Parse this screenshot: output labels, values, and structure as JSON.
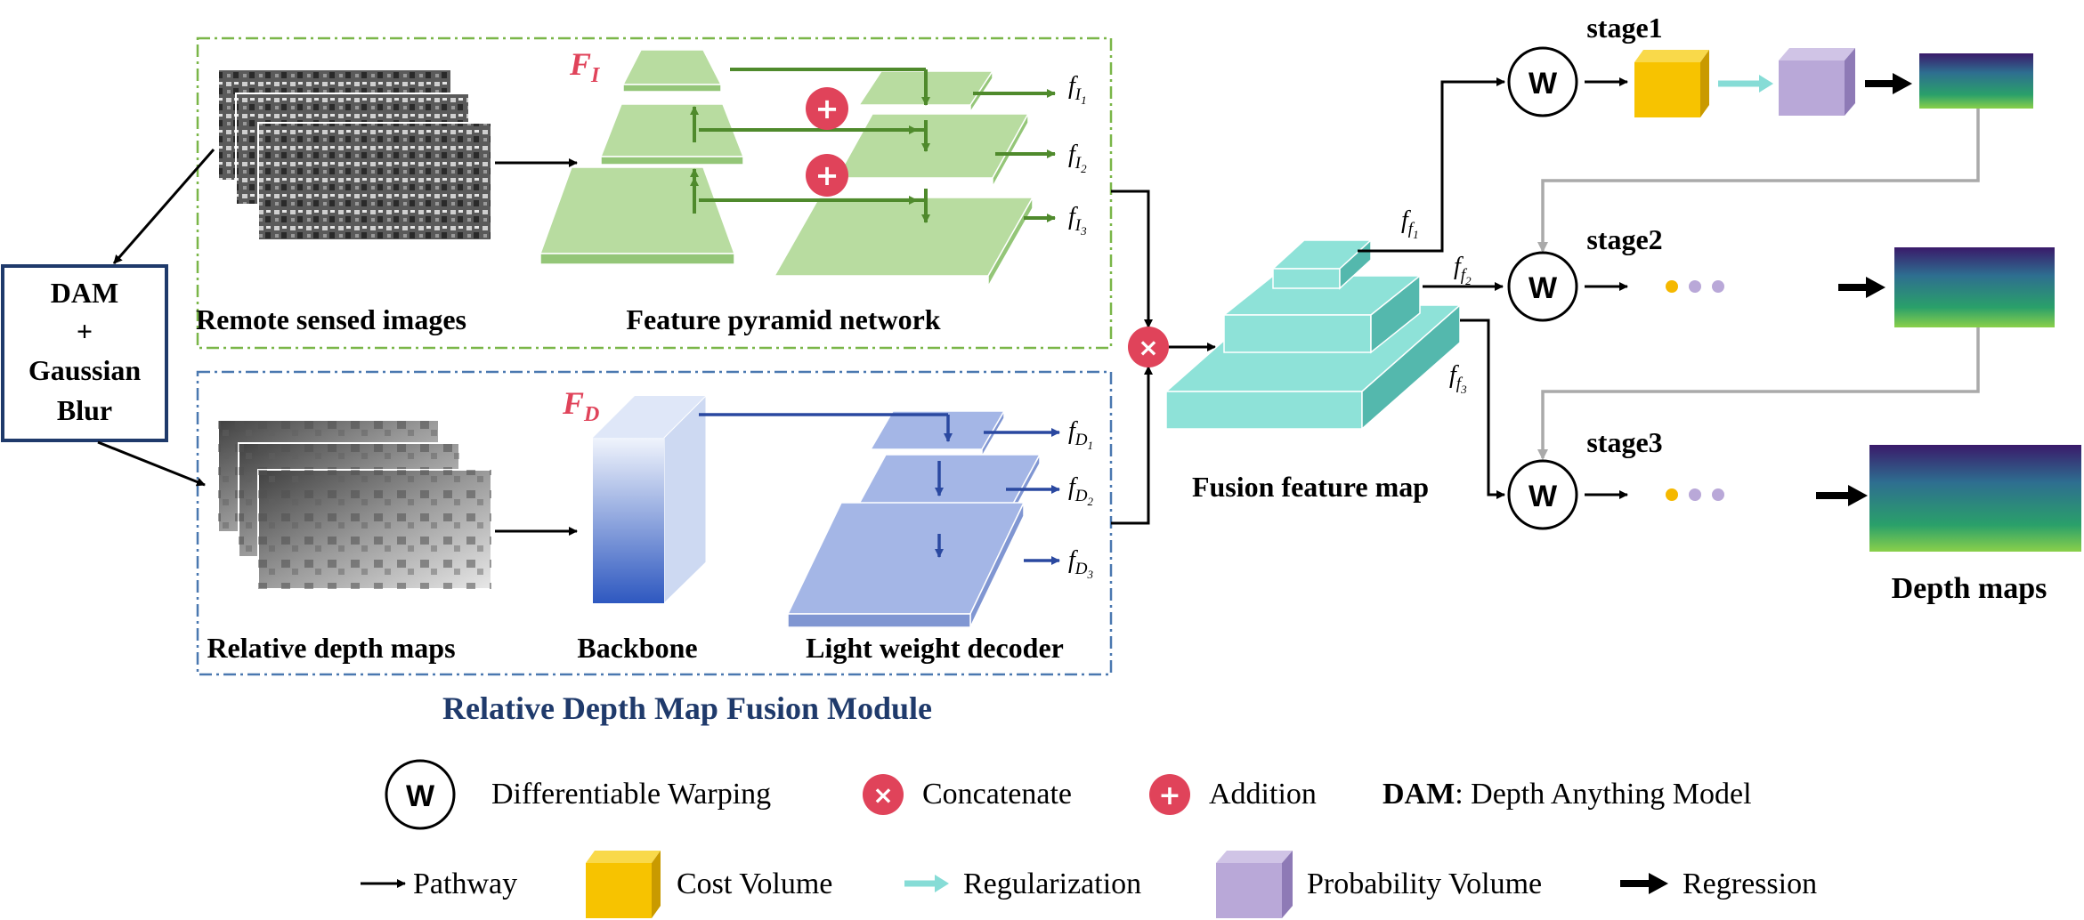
{
  "dam_box": {
    "line1": "DAM",
    "line2": "+",
    "line3": "Gaussian",
    "line4": "Blur"
  },
  "top_panel": {
    "symbol": "F",
    "symbol_sub": "I",
    "images_label": "Remote sensed images",
    "fpn_label": "Feature pyramid network",
    "outputs": [
      {
        "f": "f",
        "sub": "I",
        "subsub": "1"
      },
      {
        "f": "f",
        "sub": "I",
        "subsub": "2"
      },
      {
        "f": "f",
        "sub": "I",
        "subsub": "3"
      }
    ]
  },
  "bottom_panel": {
    "symbol": "F",
    "symbol_sub": "D",
    "maps_label": "Relative depth maps",
    "backbone_label": "Backbone",
    "decoder_label": "Light weight decoder",
    "outputs": [
      {
        "f": "f",
        "sub": "D",
        "subsub": "1"
      },
      {
        "f": "f",
        "sub": "D",
        "subsub": "2"
      },
      {
        "f": "f",
        "sub": "D",
        "subsub": "3"
      }
    ]
  },
  "module_title": "Relative Depth Map Fusion Module",
  "fusion": {
    "label": "Fusion feature map",
    "outputs": [
      {
        "f": "f",
        "sub": "f",
        "subsub": "1"
      },
      {
        "f": "f",
        "sub": "f",
        "subsub": "2"
      },
      {
        "f": "f",
        "sub": "f",
        "subsub": "3"
      }
    ]
  },
  "stages": [
    {
      "label": "stage1",
      "warp": "W"
    },
    {
      "label": "stage2",
      "warp": "W"
    },
    {
      "label": "stage3",
      "warp": "W"
    }
  ],
  "depth_maps_label": "Depth maps",
  "legend": {
    "warp_symbol": "W",
    "warp": "Differentiable Warping",
    "concat": "Concatenate",
    "addition": "Addition",
    "dam_bold": "DAM",
    "dam_rest": ": Depth Anything Model",
    "pathway": "Pathway",
    "cost_volume": "Cost Volume",
    "regularization": "Regularization",
    "probability_volume": "Probability Volume",
    "regression": "Regression"
  },
  "colors": {
    "green_frame": "#7ab648",
    "blue_frame": "#4a78b0",
    "fpn_fill": "#b8dca0",
    "fpn_arrow": "#4f8a2c",
    "decoder_fill": "#a4b6e6",
    "decoder_arrow": "#2a48a0",
    "fusion_fill": "#8ee2d8",
    "cost_volume": "#f7c300",
    "probability_volume": "#b9a8d8",
    "regularization": "#86dcd6",
    "plus_circle": "#e0435a",
    "depth_low": "#2a9a6a",
    "depth_high": "#440a60"
  }
}
